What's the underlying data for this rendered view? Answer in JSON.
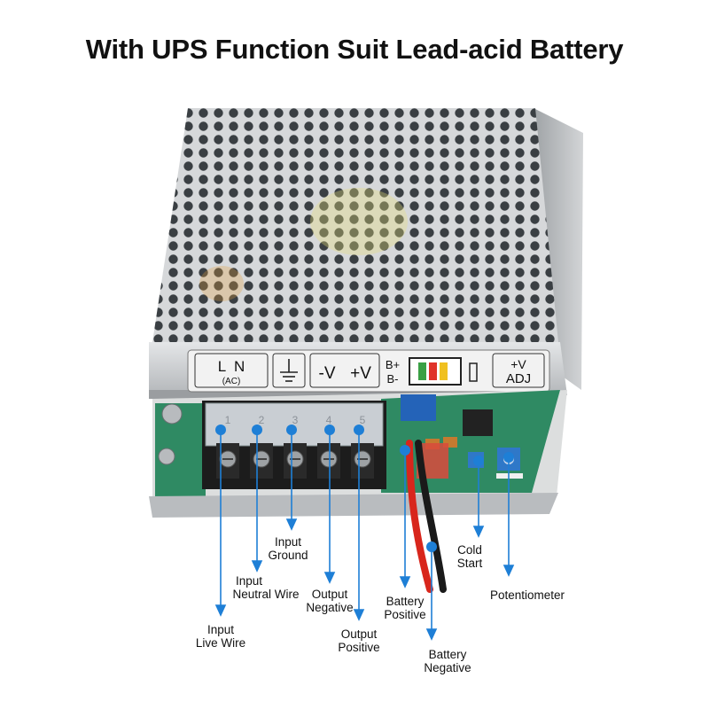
{
  "title": "With UPS Function Suit Lead-acid Battery",
  "panel": {
    "ln": "L  N",
    "ac": "(AC)",
    "minus_v": "-V",
    "plus_v": "+V",
    "b_plus": "B+",
    "b_minus": "B-",
    "adj_top": "+V",
    "adj_bottom": "ADJ"
  },
  "terminal_numbers": [
    "1",
    "2",
    "3",
    "4",
    "5"
  ],
  "callouts": [
    {
      "id": "input-live-wire",
      "lines": [
        "Input",
        "Live Wire"
      ]
    },
    {
      "id": "input-neutral-wire",
      "lines": [
        "Input",
        "Neutral Wire"
      ]
    },
    {
      "id": "input-ground",
      "lines": [
        "Input",
        "Ground"
      ]
    },
    {
      "id": "output-negative",
      "lines": [
        "Output",
        "Negative"
      ]
    },
    {
      "id": "output-positive",
      "lines": [
        "Output",
        "Positive"
      ]
    },
    {
      "id": "battery-positive",
      "lines": [
        "Battery",
        "Positive"
      ]
    },
    {
      "id": "battery-negative",
      "lines": [
        "Battery",
        "Negative"
      ]
    },
    {
      "id": "cold-start",
      "lines": [
        "Cold",
        "Start"
      ]
    },
    {
      "id": "potentiometer",
      "lines": [
        "Potentiometer"
      ]
    }
  ],
  "colors": {
    "callout_line": "#1e7fd6",
    "callout_dot": "#1e7fd6",
    "metal": "#c9cbcd",
    "pcb": "#2f8a63",
    "terminal": "#1c1c1c"
  }
}
